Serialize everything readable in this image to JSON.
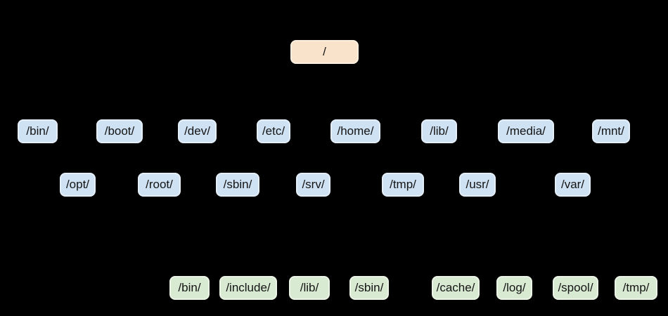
{
  "colors": {
    "background": "#000000",
    "root_node_fill": "#fae3cb",
    "directory_node_fill": "#cfe2f3",
    "subdirectory_node_fill": "#d9ead3",
    "node_text": "#141414"
  },
  "nodes": {
    "root": "/",
    "row1": [
      "/bin/",
      "/boot/",
      "/dev/",
      "/etc/",
      "/home/",
      "/lib/",
      "/media/",
      "/mnt/"
    ],
    "row2": [
      "/opt/",
      "/root/",
      "/sbin/",
      "/srv/",
      "/tmp/",
      "/usr/",
      "/var/"
    ],
    "row3_left": [
      "/bin/",
      "/include/",
      "/lib/",
      "/sbin/"
    ],
    "row3_right": [
      "/cache/",
      "/log/",
      "/spool/",
      "/tmp/"
    ]
  }
}
